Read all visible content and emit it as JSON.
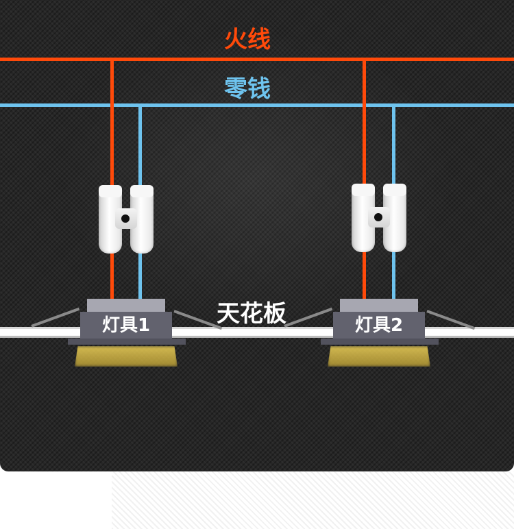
{
  "labels": {
    "live_wire": "火线",
    "neutral_wire": "零钱",
    "ceiling": "天花板"
  },
  "fixtures": [
    {
      "label": "灯具1"
    },
    {
      "label": "灯具2"
    }
  ],
  "colors": {
    "live": "#ff4a0a",
    "neutral": "#6ec3ee",
    "background": "#262626",
    "fixture_body": "#62626e",
    "light": "#f2d45a"
  }
}
